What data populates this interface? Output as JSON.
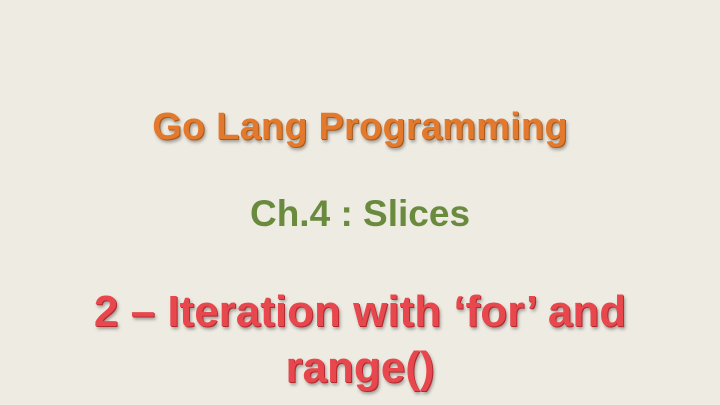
{
  "slide": {
    "title": "Go Lang Programming",
    "subtitle": "Ch.4 : Slices",
    "heading": "2 – Iteration with ‘for’ and range()"
  },
  "colors": {
    "background": "#eeebe2",
    "title": "#e3792c",
    "subtitle": "#6a8a3e",
    "heading": "#e8484d"
  }
}
